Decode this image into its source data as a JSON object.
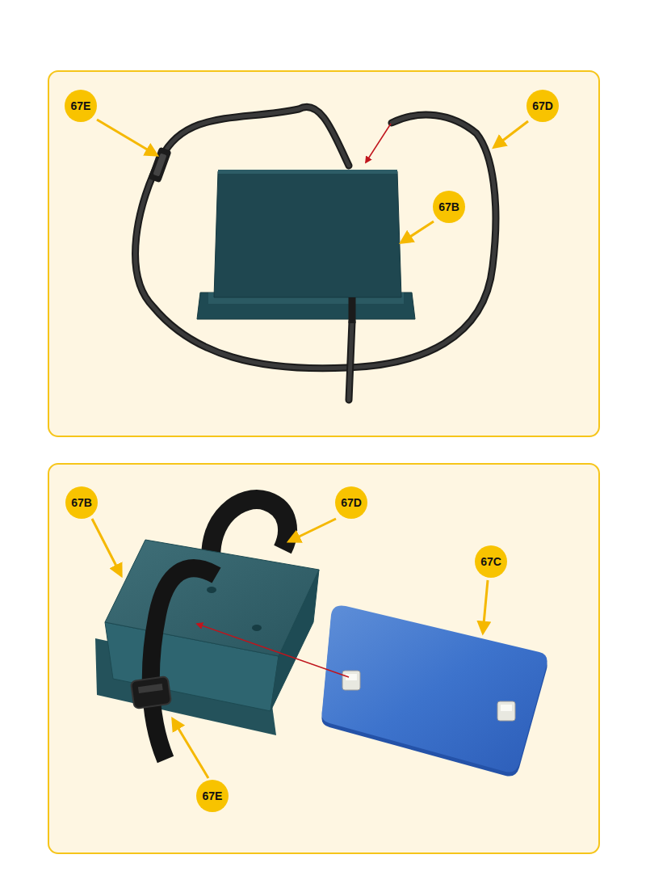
{
  "diagram": {
    "nodes": [
      {
        "text": [
          "67E"
        ]
      },
      {
        "text": [
          "67D"
        ]
      },
      {
        "text": [
          "67B"
        ]
      },
      {
        "text": [
          "67B"
        ]
      },
      {
        "text": [
          "67D"
        ]
      },
      {
        "text": [
          "67C"
        ]
      },
      {
        "text": [
          "67E"
        ]
      }
    ]
  }
}
